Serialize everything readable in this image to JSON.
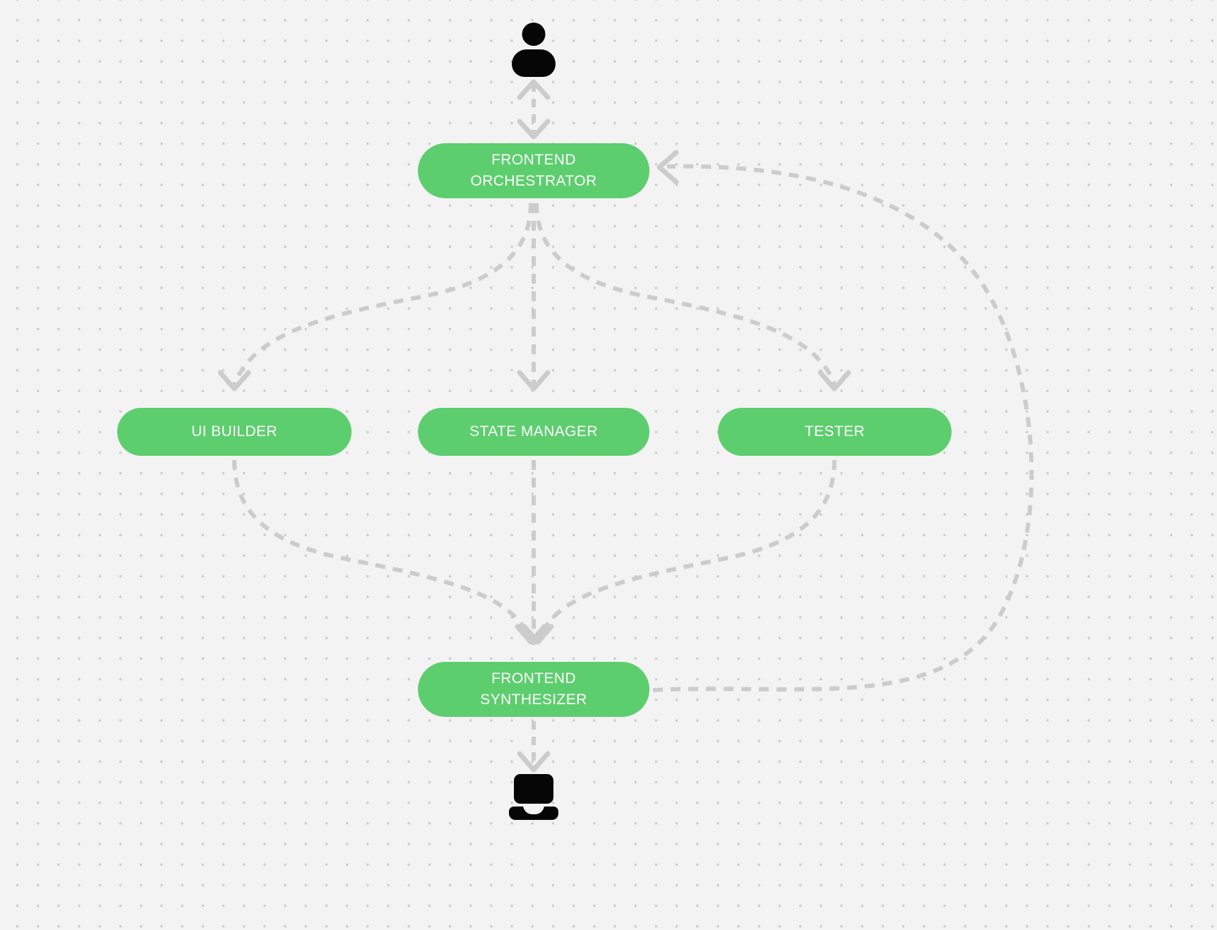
{
  "diagram": {
    "type": "flowchart",
    "title": "Frontend multi-agent orchestration flow",
    "background_color": "#f3f3f3",
    "dot_color": "#c9c9c9",
    "node_color": "#5dce6e",
    "node_text_color": "#ffffff",
    "edge_color": "#cccccc",
    "edge_style": "dashed"
  },
  "endpoints": {
    "user": {
      "icon": "user-icon",
      "label": ""
    },
    "output": {
      "icon": "laptop-icon",
      "label": ""
    }
  },
  "nodes": [
    {
      "id": "frontend-orchestrator",
      "label": "FRONTEND\nORCHESTRATOR"
    },
    {
      "id": "ui-builder",
      "label": "UI BUILDER"
    },
    {
      "id": "state-manager",
      "label": "STATE MANAGER"
    },
    {
      "id": "tester",
      "label": "TESTER"
    },
    {
      "id": "frontend-synthesizer",
      "label": "FRONTEND\nSYNTHESIZER"
    }
  ],
  "edges": [
    {
      "from": "user",
      "to": "frontend-orchestrator",
      "direction": "bidirectional"
    },
    {
      "from": "frontend-orchestrator",
      "to": "ui-builder",
      "direction": "forward"
    },
    {
      "from": "frontend-orchestrator",
      "to": "state-manager",
      "direction": "forward"
    },
    {
      "from": "frontend-orchestrator",
      "to": "tester",
      "direction": "forward"
    },
    {
      "from": "ui-builder",
      "to": "frontend-synthesizer",
      "direction": "forward"
    },
    {
      "from": "state-manager",
      "to": "frontend-synthesizer",
      "direction": "forward"
    },
    {
      "from": "tester",
      "to": "frontend-synthesizer",
      "direction": "forward"
    },
    {
      "from": "frontend-synthesizer",
      "to": "frontend-orchestrator",
      "direction": "feedback"
    },
    {
      "from": "frontend-synthesizer",
      "to": "output",
      "direction": "forward"
    }
  ]
}
